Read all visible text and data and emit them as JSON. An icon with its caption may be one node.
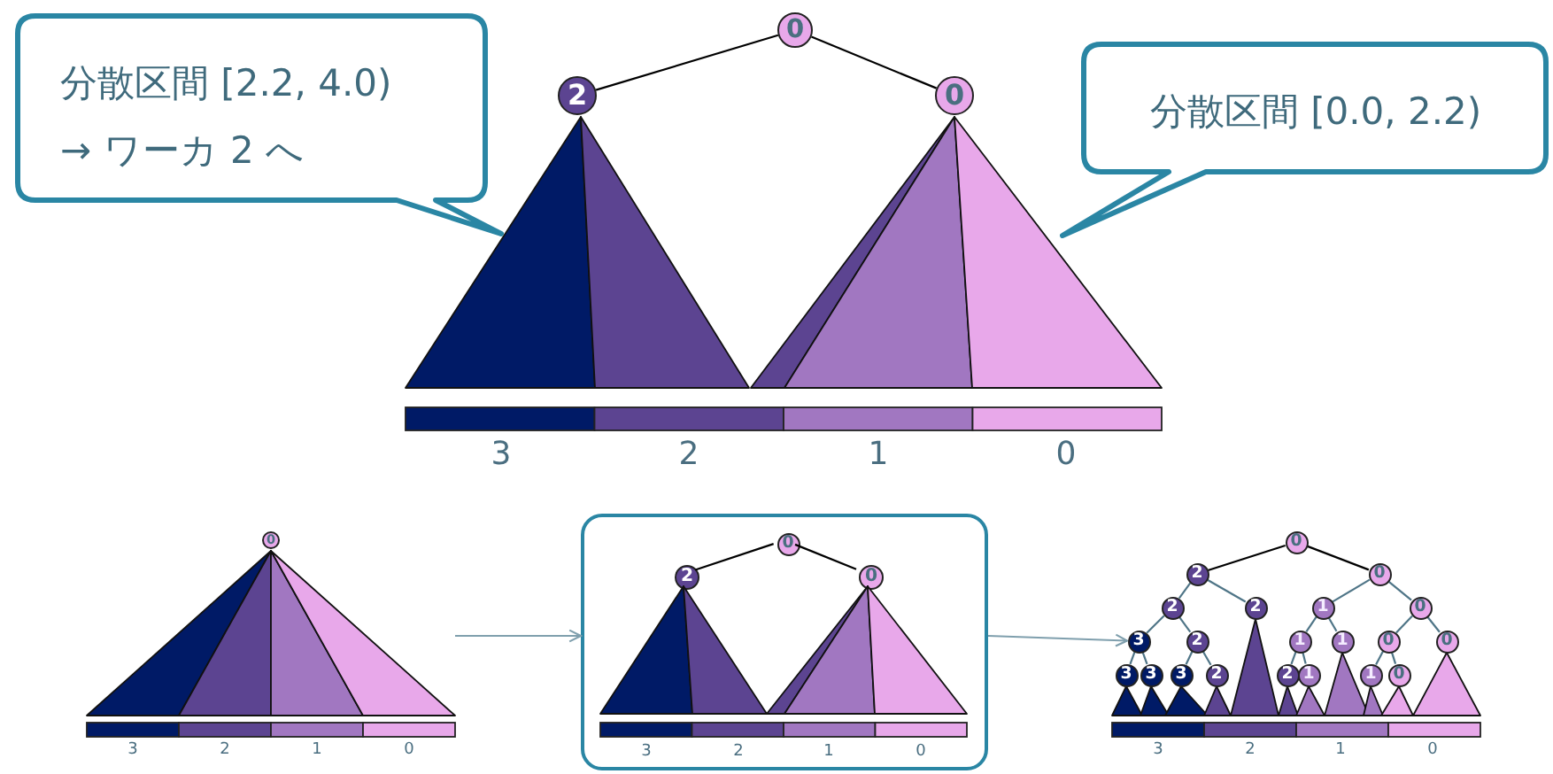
{
  "diagram": {
    "nodes": [
      {
        "text": [
          "分散区間 [2.2, 4.0) → ワーカ 2 へ"
        ]
      },
      {
        "text": [
          "分散区間 [0.0, 2.2)"
        ]
      },
      {
        "text": [
          "0"
        ]
      },
      {
        "text": [
          "2"
        ]
      },
      {
        "text": [
          "0"
        ]
      },
      {
        "text": [
          "0"
        ]
      },
      {
        "text": [],
        "shape": "box"
      },
      {
        "text": [
          "0"
        ],
        "in": 6
      },
      {
        "text": [
          "2"
        ],
        "in": 6
      },
      {
        "text": [
          "0"
        ],
        "in": 6
      },
      {
        "text": [
          "0"
        ]
      },
      {
        "text": [
          "2"
        ]
      },
      {
        "text": [
          "0"
        ]
      },
      {
        "text": [
          "2"
        ]
      },
      {
        "text": [
          "2"
        ]
      },
      {
        "text": [
          "1"
        ]
      },
      {
        "text": [
          "0"
        ]
      },
      {
        "text": [
          "3"
        ]
      },
      {
        "text": [
          "2"
        ]
      },
      {
        "text": [
          "1"
        ]
      },
      {
        "text": [
          "1"
        ]
      },
      {
        "text": [
          "0"
        ]
      },
      {
        "text": [
          "0"
        ]
      },
      {
        "text": [
          "3"
        ]
      },
      {
        "text": [
          "3"
        ]
      },
      {
        "text": [
          "3"
        ]
      },
      {
        "text": [
          "2"
        ]
      },
      {
        "text": [
          "2"
        ]
      },
      {
        "text": [
          "1"
        ]
      },
      {
        "text": [
          "1"
        ]
      },
      {
        "text": [
          "0"
        ]
      },
      {
        "text": [],
        "shape": "picture"
      }
    ],
    "edges": [
      {
        "from": 2,
        "to": 3,
        "arrow": "none",
        "color": "#000000"
      },
      {
        "from": 2,
        "to": 4,
        "arrow": "none",
        "color": "#000000"
      },
      {
        "from": 7,
        "to": 8,
        "arrow": "none",
        "color": "#000000"
      },
      {
        "from": 7,
        "to": 9,
        "arrow": "none",
        "color": "#000000"
      },
      {
        "from": 31,
        "to": 6,
        "arrow": "to",
        "color": "#7f9fad"
      },
      {
        "from": 6,
        "to": 17,
        "arrow": "to",
        "color": "#7f9fad"
      },
      {
        "from": 10,
        "to": 11,
        "arrow": "none",
        "color": "#000000"
      },
      {
        "from": 10,
        "to": 12,
        "arrow": "none",
        "color": "#000000"
      },
      {
        "from": 11,
        "to": 13,
        "arrow": "none"
      },
      {
        "from": 11,
        "to": 14,
        "arrow": "none"
      },
      {
        "from": 12,
        "to": 15,
        "arrow": "none"
      },
      {
        "from": 12,
        "to": 16,
        "arrow": "none"
      },
      {
        "from": 13,
        "to": 17,
        "arrow": "none"
      },
      {
        "from": 13,
        "to": 18,
        "arrow": "none"
      },
      {
        "from": 15,
        "to": 19,
        "arrow": "none"
      },
      {
        "from": 15,
        "to": 20,
        "arrow": "none"
      },
      {
        "from": 16,
        "to": 21,
        "arrow": "none"
      },
      {
        "from": 16,
        "to": 22,
        "arrow": "none"
      },
      {
        "from": 17,
        "to": 23,
        "arrow": "none"
      },
      {
        "from": 17,
        "to": 24,
        "arrow": "none"
      },
      {
        "from": 18,
        "to": 25,
        "arrow": "none"
      },
      {
        "from": 18,
        "to": 26,
        "arrow": "none"
      },
      {
        "from": 19,
        "to": 27,
        "arrow": "none"
      },
      {
        "from": 19,
        "to": 28,
        "arrow": "none"
      },
      {
        "from": 21,
        "to": 29,
        "arrow": "none"
      },
      {
        "from": 21,
        "to": 30,
        "arrow": "none"
      }
    ],
    "labels": [
      "3",
      "2",
      "1",
      "0",
      "3",
      "2",
      "1",
      "0",
      "3",
      "2",
      "1",
      "0",
      "3",
      "2",
      "1",
      "0"
    ]
  }
}
